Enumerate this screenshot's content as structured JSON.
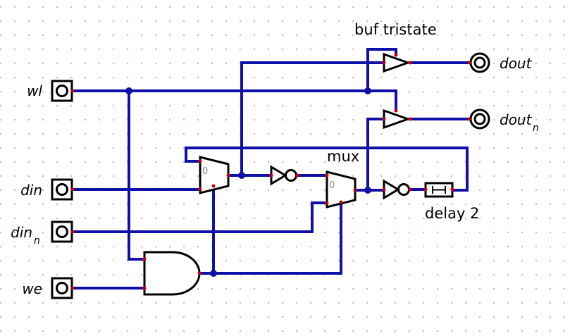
{
  "labels": {
    "tristate": "buf  tristate",
    "mux": "mux",
    "delay": "delay  2",
    "mux_select_zero": "0"
  },
  "inputs": [
    {
      "name": "wl",
      "sub": ""
    },
    {
      "name": "din",
      "sub": ""
    },
    {
      "name": "din",
      "sub": "n"
    },
    {
      "name": "we",
      "sub": ""
    }
  ],
  "outputs": [
    {
      "name": "dout",
      "sub": ""
    },
    {
      "name": "dout",
      "sub": "n"
    }
  ],
  "colors": {
    "wire": "#1010a8",
    "pin": "#c80000",
    "grid_dot": "#c4c4c4"
  }
}
